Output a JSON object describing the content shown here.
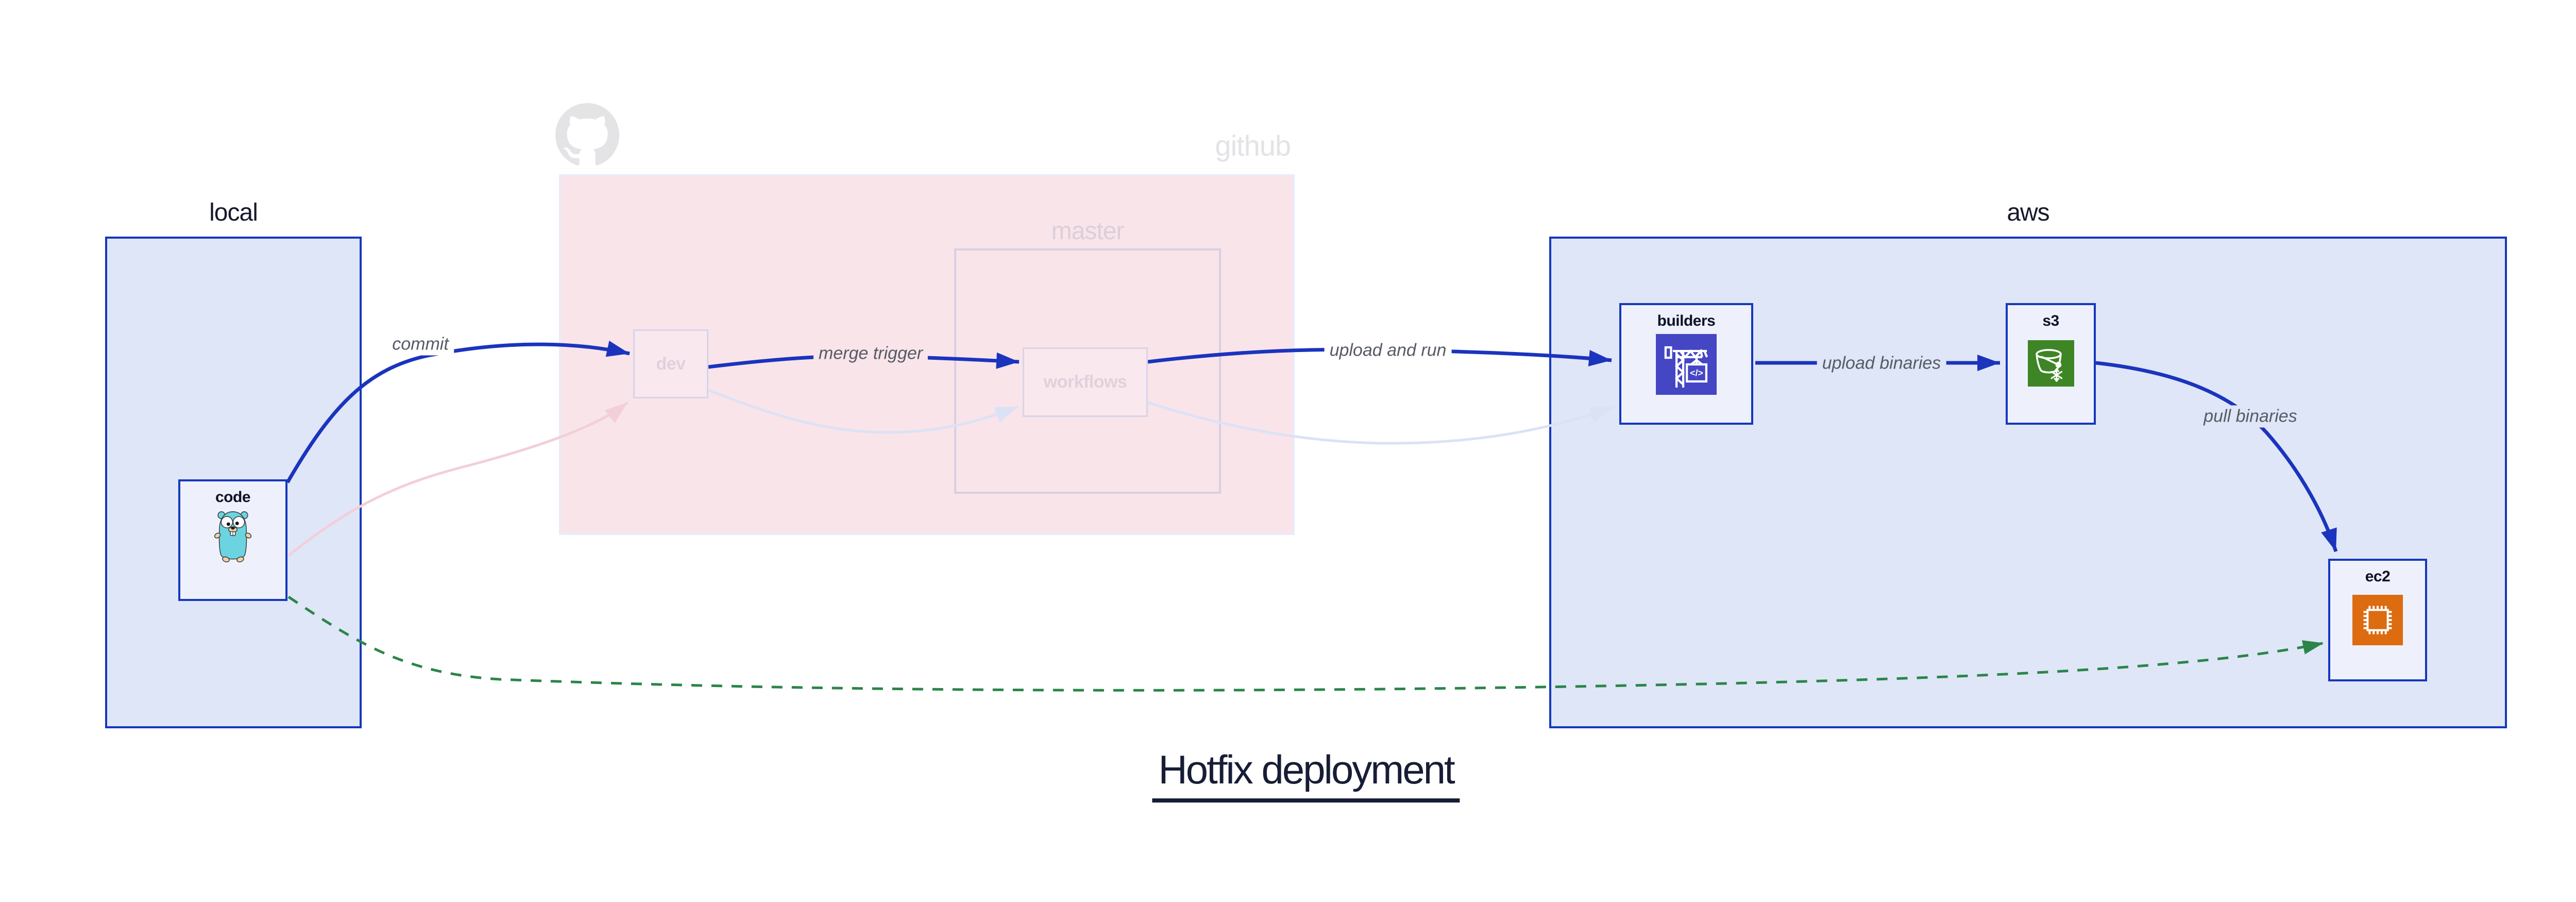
{
  "title": {
    "text": "Hotfix deployment"
  },
  "clusters": {
    "local": {
      "label": "local"
    },
    "github": {
      "label": "github"
    },
    "master": {
      "label": "master"
    },
    "aws": {
      "label": "aws"
    }
  },
  "nodes": {
    "code": {
      "label": "code",
      "icon": "go-gopher-icon",
      "cluster": "local",
      "state": "active"
    },
    "dev": {
      "label": "dev",
      "icon": "",
      "cluster": "github",
      "state": "faded"
    },
    "workflows": {
      "label": "workflows",
      "icon": "",
      "cluster": "master",
      "state": "faded"
    },
    "builders": {
      "label": "builders",
      "icon": "codebuild-crane-icon",
      "cluster": "aws",
      "state": "active"
    },
    "s3": {
      "label": "s3",
      "icon": "s3-glacier-bucket-icon",
      "cluster": "aws",
      "state": "active"
    },
    "ec2": {
      "label": "ec2",
      "icon": "ec2-chip-icon",
      "cluster": "aws",
      "state": "active"
    }
  },
  "edges": [
    {
      "from": "code",
      "to": "dev",
      "label": "commit",
      "style": "solid-blue"
    },
    {
      "from": "dev",
      "to": "workflows",
      "label": "merge trigger",
      "style": "solid-blue"
    },
    {
      "from": "workflows",
      "to": "builders",
      "label": "upload and run",
      "style": "solid-blue"
    },
    {
      "from": "builders",
      "to": "s3",
      "label": "upload binaries",
      "style": "solid-blue"
    },
    {
      "from": "s3",
      "to": "ec2",
      "label": "pull binaries",
      "style": "solid-blue"
    },
    {
      "from": "code",
      "to": "ec2",
      "label": "",
      "style": "dashed-green-hotfix"
    },
    {
      "from": "code",
      "to": "dev",
      "label": "",
      "style": "faded-pink-ghost"
    },
    {
      "from": "dev",
      "to": "workflows",
      "label": "",
      "style": "faded-lavender-ghost"
    },
    {
      "from": "workflows",
      "to": "builders",
      "label": "",
      "style": "faded-lavender-ghost"
    }
  ],
  "colors": {
    "edge_blue": "#1a34bd",
    "edge_green": "#2b8549",
    "edge_ghost_pink": "#f2cfd9",
    "edge_ghost_lavender": "#dce2f5",
    "cluster_blue_fill": "#dfe6f8",
    "cluster_blue_border": "#1638bb",
    "cluster_pink_fill": "#f9e4ea",
    "node_fill": "#eef1fc",
    "codebuild_icon_bg": "#4446c4",
    "s3_icon_bg": "#3e8526",
    "ec2_icon_bg": "#dd6b10",
    "gopher_body": "#6cd3e0",
    "octocat_gray": "#e4e4e6",
    "title_color": "#171d35"
  }
}
